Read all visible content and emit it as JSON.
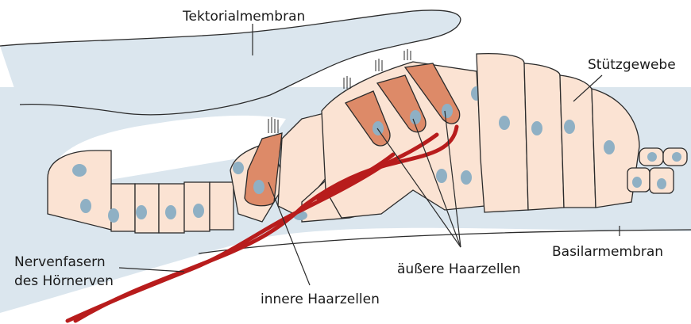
{
  "labels": {
    "tektorialmembran": "Tektorialmembran",
    "stuetzgewebe": "Stützgewebe",
    "basilarmembran": "Basilarmembran",
    "nervenfasern_line1": "Nervenfasern",
    "nervenfasern_line2": "des Hörnerven",
    "aeussere_haarzellen": "äußere Haarzellen",
    "innere_haarzellen": "innere  Haarzellen"
  },
  "colors": {
    "tissue": "#dbe6ee",
    "support_cell": "#fbe3d3",
    "hair_cell": "#dd8a68",
    "nucleus": "#8fb0c4",
    "nerve": "#b81c1c"
  }
}
